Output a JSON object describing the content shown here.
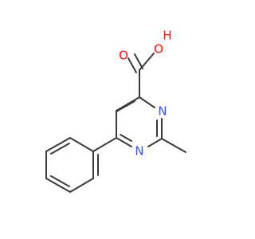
{
  "molecule": {
    "atoms": {
      "O_carbonyl": {
        "label": "O",
        "color": "#ff0d0d"
      },
      "OH": {
        "label": "O",
        "color": "#ff0d0d"
      },
      "H": {
        "label": "H",
        "color": "#ff0d0d"
      },
      "N_top": {
        "label": "N",
        "color": "#3050f8"
      },
      "N_bottom": {
        "label": "N",
        "color": "#3050f8"
      }
    },
    "bond_color": "#3a3a3a",
    "background": "#ffffff"
  }
}
